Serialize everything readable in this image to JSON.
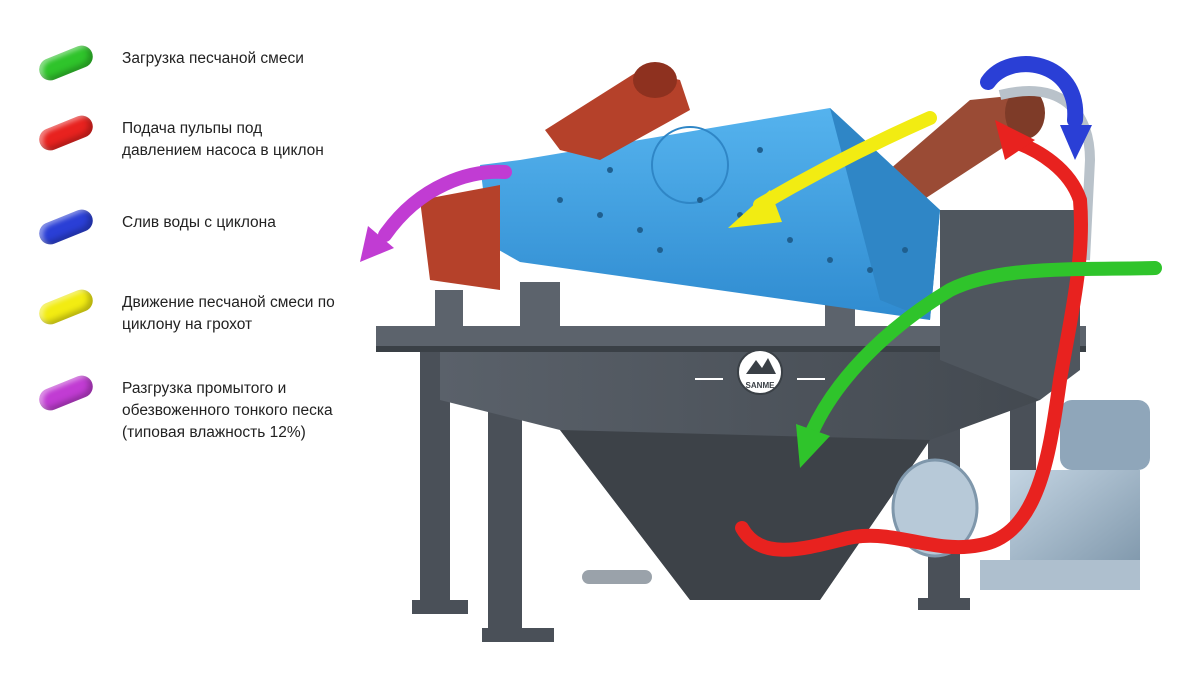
{
  "legend": {
    "items": [
      {
        "color": "#2fc42b",
        "text": "Загрузка песчаной смеси"
      },
      {
        "color": "#e8221f",
        "text": "Подача пульпы под\nдавлением насоса в циклон"
      },
      {
        "color": "#2a3fd6",
        "text": "Слив воды с циклона"
      },
      {
        "color": "#f2ec12",
        "text": "Движение песчаной смеси по\nциклону на грохот"
      },
      {
        "color": "#c13cd3",
        "text": "Разгрузка промытого и\nобезвоженного тонкого песка\n(типовая влажность 12%)"
      }
    ]
  },
  "machine": {
    "brand_logo": "SANME",
    "colors": {
      "frame": "#4a5058",
      "frame_light": "#5c636c",
      "screen": "#3f9fe0",
      "screen_dark": "#2f86c6",
      "motor": "#b5412a",
      "cyclone": "#9a4b35",
      "pump": "#9fb6c9"
    }
  }
}
